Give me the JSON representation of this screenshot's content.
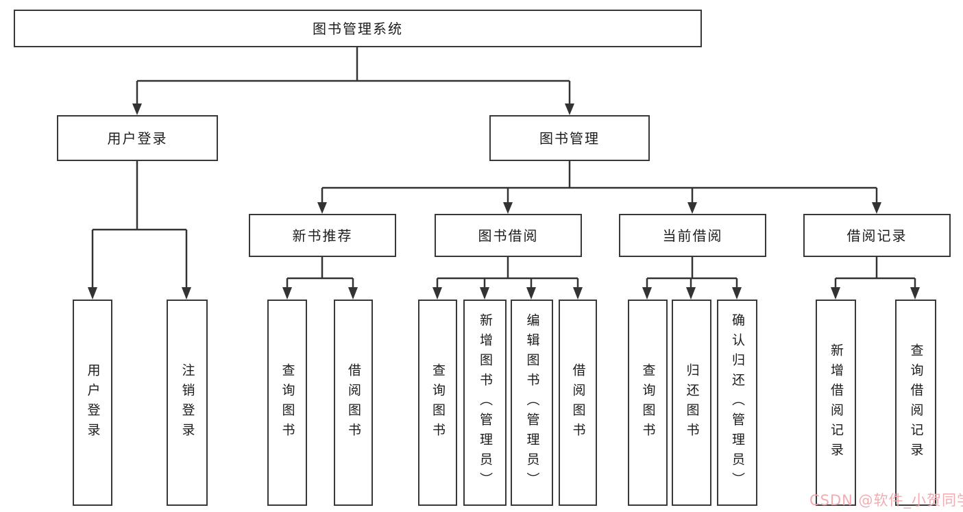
{
  "tree": {
    "root": "图书管理系统",
    "children": [
      {
        "label": "用户登录",
        "children": [
          {
            "label": "用户登录"
          },
          {
            "label": "注销登录"
          }
        ]
      },
      {
        "label": "图书管理",
        "children": [
          {
            "label": "新书推荐",
            "children": [
              {
                "label": "查询图书"
              },
              {
                "label": "借阅图书"
              }
            ]
          },
          {
            "label": "图书借阅",
            "children": [
              {
                "label": "查询图书"
              },
              {
                "label": "新增图书（管理员）"
              },
              {
                "label": "编辑图书（管理员）"
              },
              {
                "label": "借阅图书"
              }
            ]
          },
          {
            "label": "当前借阅",
            "children": [
              {
                "label": "查询图书"
              },
              {
                "label": "归还图书"
              },
              {
                "label": "确认归还（管理员）"
              }
            ]
          },
          {
            "label": "借阅记录",
            "children": [
              {
                "label": "新增借阅记录"
              },
              {
                "label": "查询借阅记录"
              }
            ]
          }
        ]
      }
    ]
  },
  "watermark": {
    "text": "CSDN @软件_小贺同学"
  },
  "colors": {
    "line": "#333333",
    "box_border": "#383838",
    "text": "#1c1c1c",
    "watermark": "#f0a8ad",
    "background": "#ffffff"
  }
}
